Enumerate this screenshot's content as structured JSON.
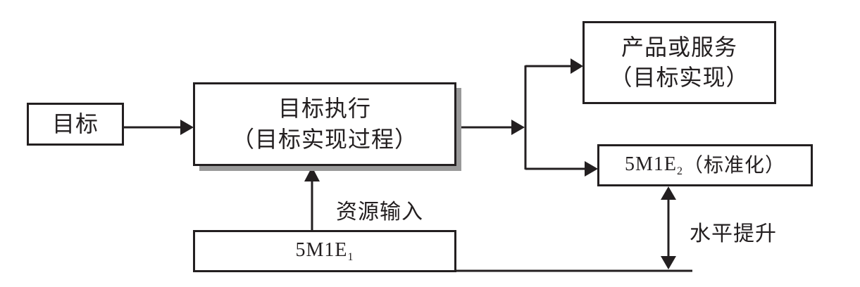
{
  "diagram": {
    "nodes": {
      "goal": {
        "label": "目标"
      },
      "execution": {
        "line1": "目标执行",
        "line2": "（目标实现过程）"
      },
      "product": {
        "line1": "产品或服务",
        "line2": "（目标实现）"
      },
      "standard": {
        "prefix": "5M1E",
        "subscript": "2",
        "suffix": "（标准化）"
      },
      "resource": {
        "prefix": "5M1E",
        "subscript": "1"
      }
    },
    "edges": [
      {
        "from": "goal",
        "to": "execution"
      },
      {
        "from": "execution",
        "to": "product"
      },
      {
        "from": "execution",
        "to": "standard"
      },
      {
        "from": "resource",
        "to": "execution",
        "label": "资源输入"
      },
      {
        "from": "standard",
        "to": "baseline",
        "bidirectional": true,
        "label": "水平提升"
      }
    ],
    "labels": {
      "resource_input": "资源输入",
      "level_up": "水平提升"
    },
    "colors": {
      "stroke": "#231f20",
      "shadow": "#999999",
      "background": "#ffffff"
    }
  }
}
